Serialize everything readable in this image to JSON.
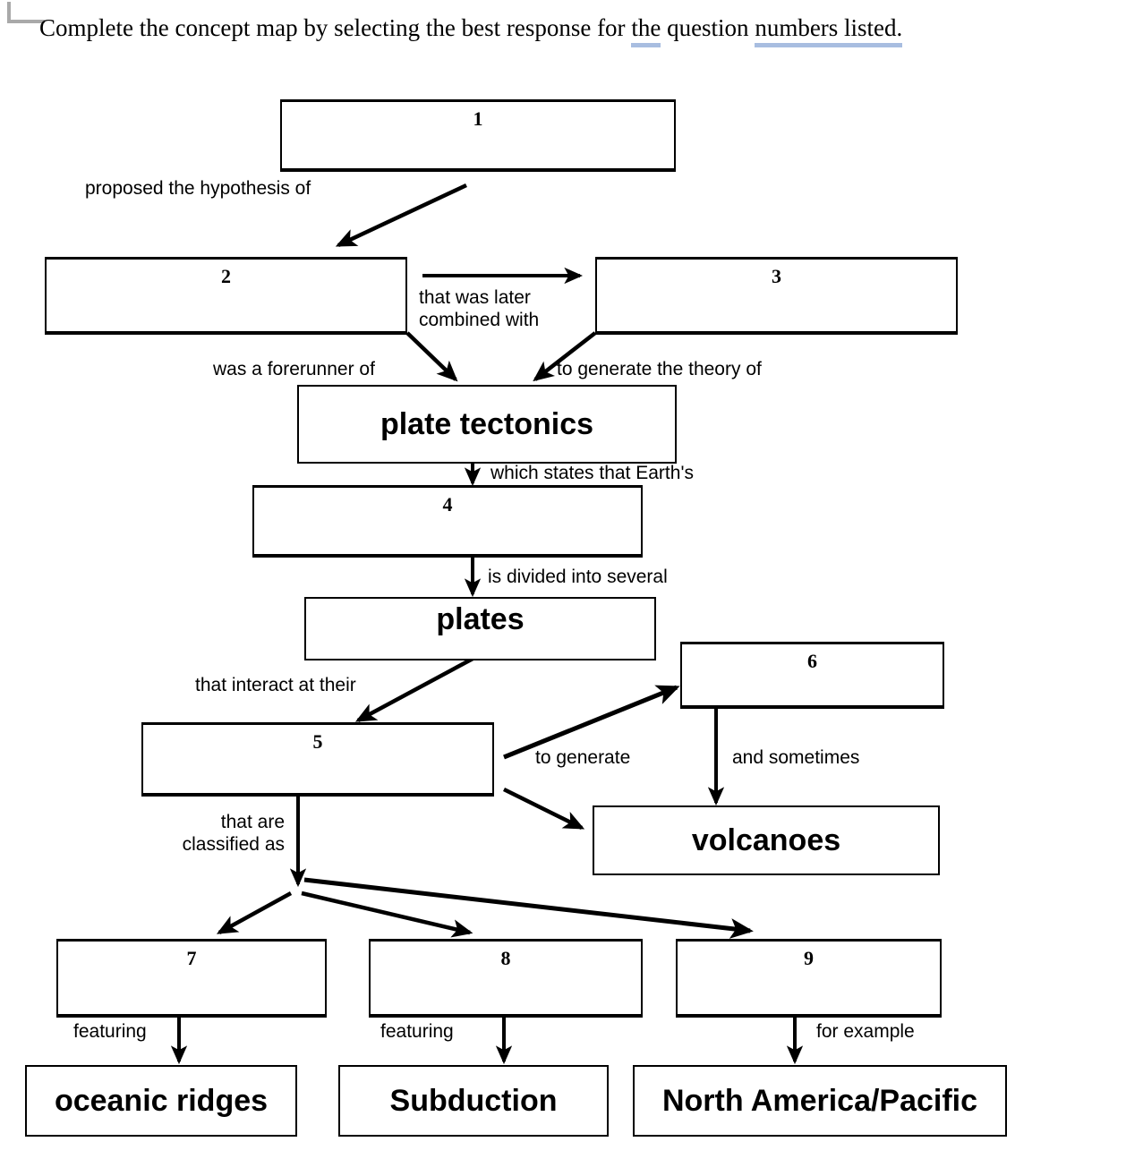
{
  "header": {
    "instruction_part1": "Complete the concept map by selecting the best response for ",
    "instruction_highlight1": "the",
    "instruction_part2": " question ",
    "instruction_highlight2": "numbers listed.",
    "highlight_color": "#a8bde0"
  },
  "diagram": {
    "title": "Plate tectonics concept map",
    "nodes": [
      {
        "id": "n1",
        "label": "1",
        "kind": "placeholder"
      },
      {
        "id": "n2",
        "label": "2",
        "kind": "placeholder"
      },
      {
        "id": "n3",
        "label": "3",
        "kind": "placeholder"
      },
      {
        "id": "n4",
        "label": "4",
        "kind": "placeholder"
      },
      {
        "id": "n5",
        "label": "5",
        "kind": "placeholder"
      },
      {
        "id": "n6",
        "label": "6",
        "kind": "placeholder"
      },
      {
        "id": "n7",
        "label": "7",
        "kind": "placeholder"
      },
      {
        "id": "n8",
        "label": "8",
        "kind": "placeholder"
      },
      {
        "id": "n9",
        "label": "9",
        "kind": "placeholder"
      },
      {
        "id": "plate_tectonics",
        "label": "plate tectonics",
        "kind": "term"
      },
      {
        "id": "plates",
        "label": "plates",
        "kind": "term"
      },
      {
        "id": "volcanoes",
        "label": "volcanoes",
        "kind": "term"
      },
      {
        "id": "oceanic_ridges",
        "label": "oceanic ridges",
        "kind": "term"
      },
      {
        "id": "subduction",
        "label": "Subduction",
        "kind": "term"
      },
      {
        "id": "north_america_pacific",
        "label": "North America/Pacific",
        "kind": "term"
      }
    ],
    "edge_labels": {
      "proposed_hypothesis": "proposed the hypothesis of",
      "later_combined": "that was later\ncombined with",
      "forerunner": "was a forerunner of",
      "generate_theory": "to generate the theory of",
      "which_states": "which states that Earth's",
      "divided_into": "is divided into several",
      "interact_at": "that interact at their",
      "to_generate": "to generate",
      "and_sometimes": "and sometimes",
      "classified_as": "that are\nclassified as",
      "featuring_7": "featuring",
      "featuring_8": "featuring",
      "for_example_9": "for example"
    },
    "stroke_color": "#000000"
  }
}
